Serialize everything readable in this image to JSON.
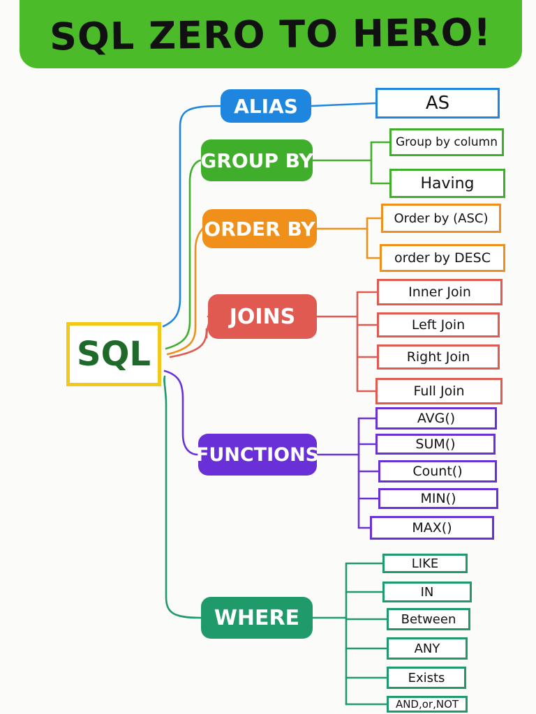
{
  "title": "SQL ZERO TO HERO!",
  "root": "SQL",
  "colors": {
    "banner": "#4cbb2a",
    "root_border": "#f2c81a",
    "alias": "#1f86e0",
    "group_by": "#3fae2a",
    "order_by": "#f0901a",
    "joins": "#e15a52",
    "functions": "#6a30d8",
    "where": "#1f9a6a"
  },
  "branches": [
    {
      "label": "ALIAS",
      "color": "#1f86e0",
      "items": [
        "AS"
      ]
    },
    {
      "label": "GROUP BY",
      "color": "#3fae2a",
      "items": [
        "Group by column",
        "Having"
      ]
    },
    {
      "label": "ORDER BY",
      "color": "#f0901a",
      "items": [
        "Order by (ASC)",
        "order by DESC"
      ]
    },
    {
      "label": "JOINS",
      "color": "#e15a52",
      "items": [
        "Inner Join",
        "Left Join",
        "Right Join",
        "Full Join"
      ]
    },
    {
      "label": "FUNCTIONS",
      "color": "#6a30d8",
      "items": [
        "AVG()",
        "SUM()",
        "Count()",
        "MIN()",
        "MAX()"
      ]
    },
    {
      "label": "WHERE",
      "color": "#1f9a6a",
      "items": [
        "LIKE",
        "IN",
        "Between",
        "ANY",
        "Exists",
        "AND,or,NOT"
      ]
    }
  ]
}
